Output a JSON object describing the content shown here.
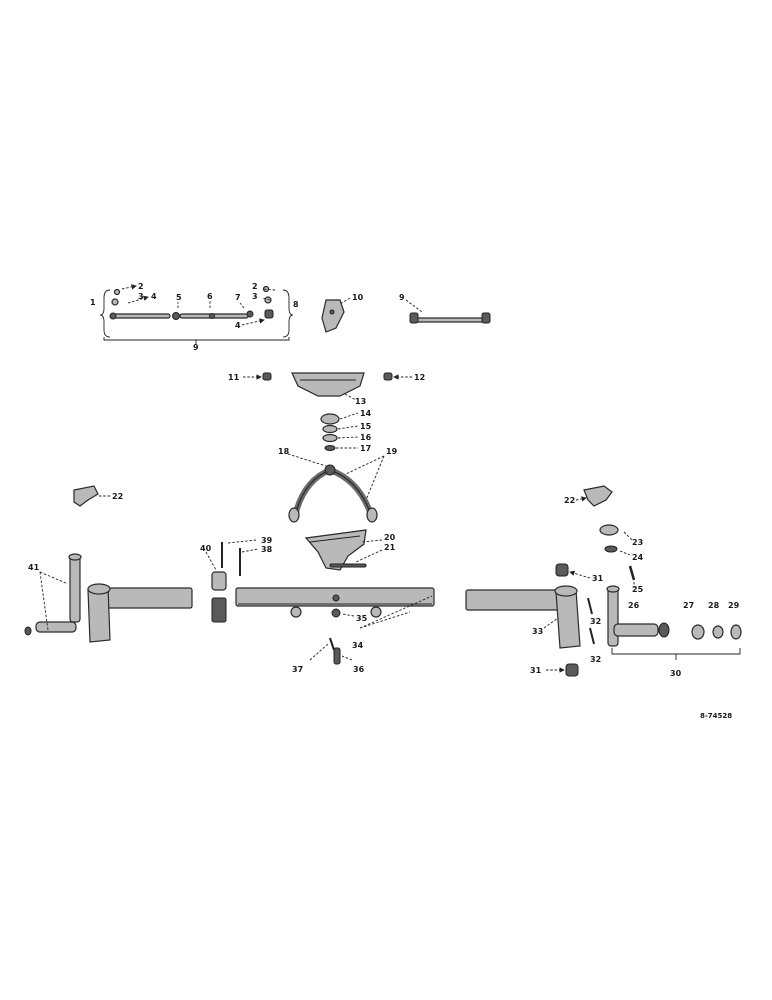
{
  "figure_id": "8-74528",
  "labels": {
    "l1": "1",
    "l2a": "2",
    "l3a": "3",
    "l4a": "4",
    "l5": "5",
    "l6": "6",
    "l7": "7",
    "l2b": "2",
    "l3b": "3",
    "l8": "8",
    "l4b": "4",
    "l9grp": "9",
    "l10": "10",
    "l9": "9",
    "l11": "11",
    "l12": "12",
    "l13": "13",
    "l14": "14",
    "l15": "15",
    "l16": "16",
    "l17": "17",
    "l18": "18",
    "l19": "19",
    "l20": "20",
    "l21": "21",
    "l22a": "22",
    "l22b": "22",
    "l23": "23",
    "l24": "24",
    "l25": "25",
    "l26": "26",
    "l27": "27",
    "l28": "28",
    "l29": "29",
    "l30": "30",
    "l31a": "31",
    "l31b": "31",
    "l32a": "32",
    "l32b": "32",
    "l33": "33",
    "l34": "34",
    "l35": "35",
    "l36": "36",
    "l37": "37",
    "l38": "38",
    "l39": "39",
    "l40": "40",
    "l41": "41"
  }
}
